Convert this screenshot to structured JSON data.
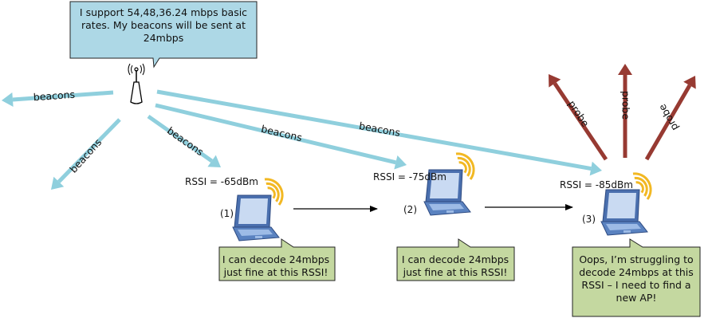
{
  "colors": {
    "beacon_arrow": "#8fcfdd",
    "probe_arrow": "#973a32",
    "ap_callout_fill": "#add8e6",
    "client_callout_fill": "#c4d8a0",
    "laptop_body": "#4a6fae",
    "laptop_screen": "#c9daf2",
    "signal_waves": "#f2b823"
  },
  "access_point": {
    "icon": "wireless-access-point-icon",
    "callout": "I support 54,48,36.24 mbps basic rates. My beacons will be sent at 24mbps"
  },
  "beacon_labels": [
    "beacons",
    "beacons",
    "beacons",
    "beacons",
    "beacons"
  ],
  "clients": [
    {
      "index_label": "(1)",
      "rssi": "RSSI = -65dBm",
      "callout": "I can decode 24mbps just fine at this RSSI!",
      "icon": "laptop-icon"
    },
    {
      "index_label": "(2)",
      "rssi": "RSSI = -75dBm",
      "callout": "I can decode 24mbps just fine at this RSSI!",
      "icon": "laptop-icon"
    },
    {
      "index_label": "(3)",
      "rssi": "RSSI = -85dBm",
      "callout": "Oops, I’m struggling to decode 24mbps at this RSSI – I need to find a new AP!",
      "icon": "laptop-icon"
    }
  ],
  "probe_labels": [
    "probe",
    "probe",
    "probe"
  ]
}
